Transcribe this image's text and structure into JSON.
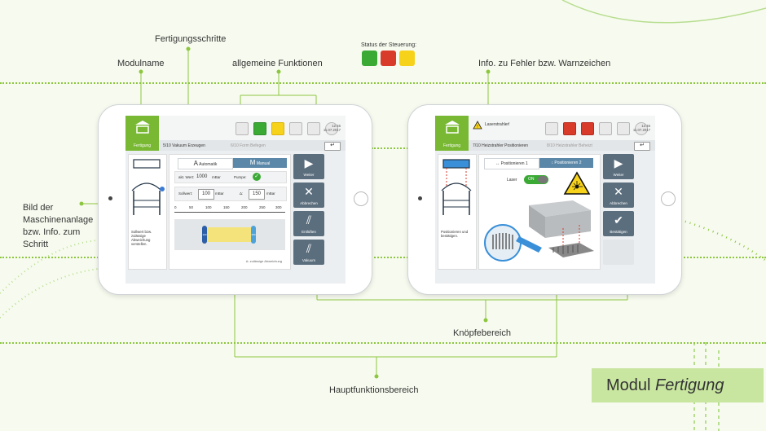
{
  "callouts": {
    "steps": "Fertigungsschritte",
    "module_name": "Modulname",
    "general_functions": "allgemeine Funktionen",
    "status_heading": "Status der Steuerung:",
    "error_info": "Info. zu Fehler bzw. Warnzeichen",
    "machine_image": [
      "Bild der",
      "Maschinenanlage",
      "bzw. Info. zum",
      "Schritt"
    ],
    "buttons_area": "Knöpfebereich",
    "main_area": "Hauptfunktionsbereich"
  },
  "module_banner": {
    "prefix": "Modul ",
    "name": "Fertigung"
  },
  "status_colors": {
    "green": "#3aaa35",
    "red": "#d93b2b",
    "yellow": "#f7d21a"
  },
  "accent_color": "#78b833",
  "tablet1": {
    "module_label": "Fertigung",
    "clock_time": "12:46",
    "clock_date": "11.07.2017",
    "step_current": "5/10 Vakuum Erzeugen",
    "step_next": "6/10 Form Befegen",
    "back": "↵",
    "left_info": "Sollwert bzw. zulässige Abweichung verstellen.",
    "tabs": [
      {
        "letter": "A",
        "label": "Automatik"
      },
      {
        "letter": "M",
        "label": "Manual"
      }
    ],
    "actual_label": "akt. Wert:",
    "actual_value": "1000",
    "actual_unit": "mBar",
    "pump_label": "Pumpe:",
    "setpoint_label": "Sollwert:",
    "setpoint_value": "100",
    "setpoint_unit": "mBar",
    "delta_label": "Δ:",
    "delta_value": "150",
    "delta_unit": "mBar",
    "scale_ticks": [
      "0",
      "50",
      "100",
      "150",
      "200",
      "250",
      "300"
    ],
    "marker_left": "100",
    "marker_right": "250",
    "tolerance_note": "Δ: zulässige Abweichung",
    "buttons": [
      {
        "icon": "▶",
        "label": "Weiter"
      },
      {
        "icon": "✕",
        "label": "Abbrechen"
      },
      {
        "icon": "⫽",
        "label": "Entlüften"
      },
      {
        "icon": "⫽",
        "label": "Vakuum"
      }
    ]
  },
  "tablet2": {
    "module_label": "Fertigung",
    "warning_text": "Laserstrahler!",
    "clock_time": "12:46",
    "clock_date": "11.07.2017",
    "step_current": "7/10 Heizstrahler Positionieren",
    "step_next": "8/10 Heizstrahler Beheizt",
    "back": "↵",
    "left_info": "Positionieren und bestätigen.",
    "tabs": [
      {
        "letter": "↔",
        "label": "Positionieren 1"
      },
      {
        "letter": "↕",
        "label": "Positionieren 2"
      }
    ],
    "laser_label": "Laser",
    "toggle_state": "ON",
    "buttons": [
      {
        "icon": "▶",
        "label": "Weiter"
      },
      {
        "icon": "✕",
        "label": "Abbrechen"
      },
      {
        "icon": "✔",
        "label": "Bestätigen"
      }
    ]
  }
}
